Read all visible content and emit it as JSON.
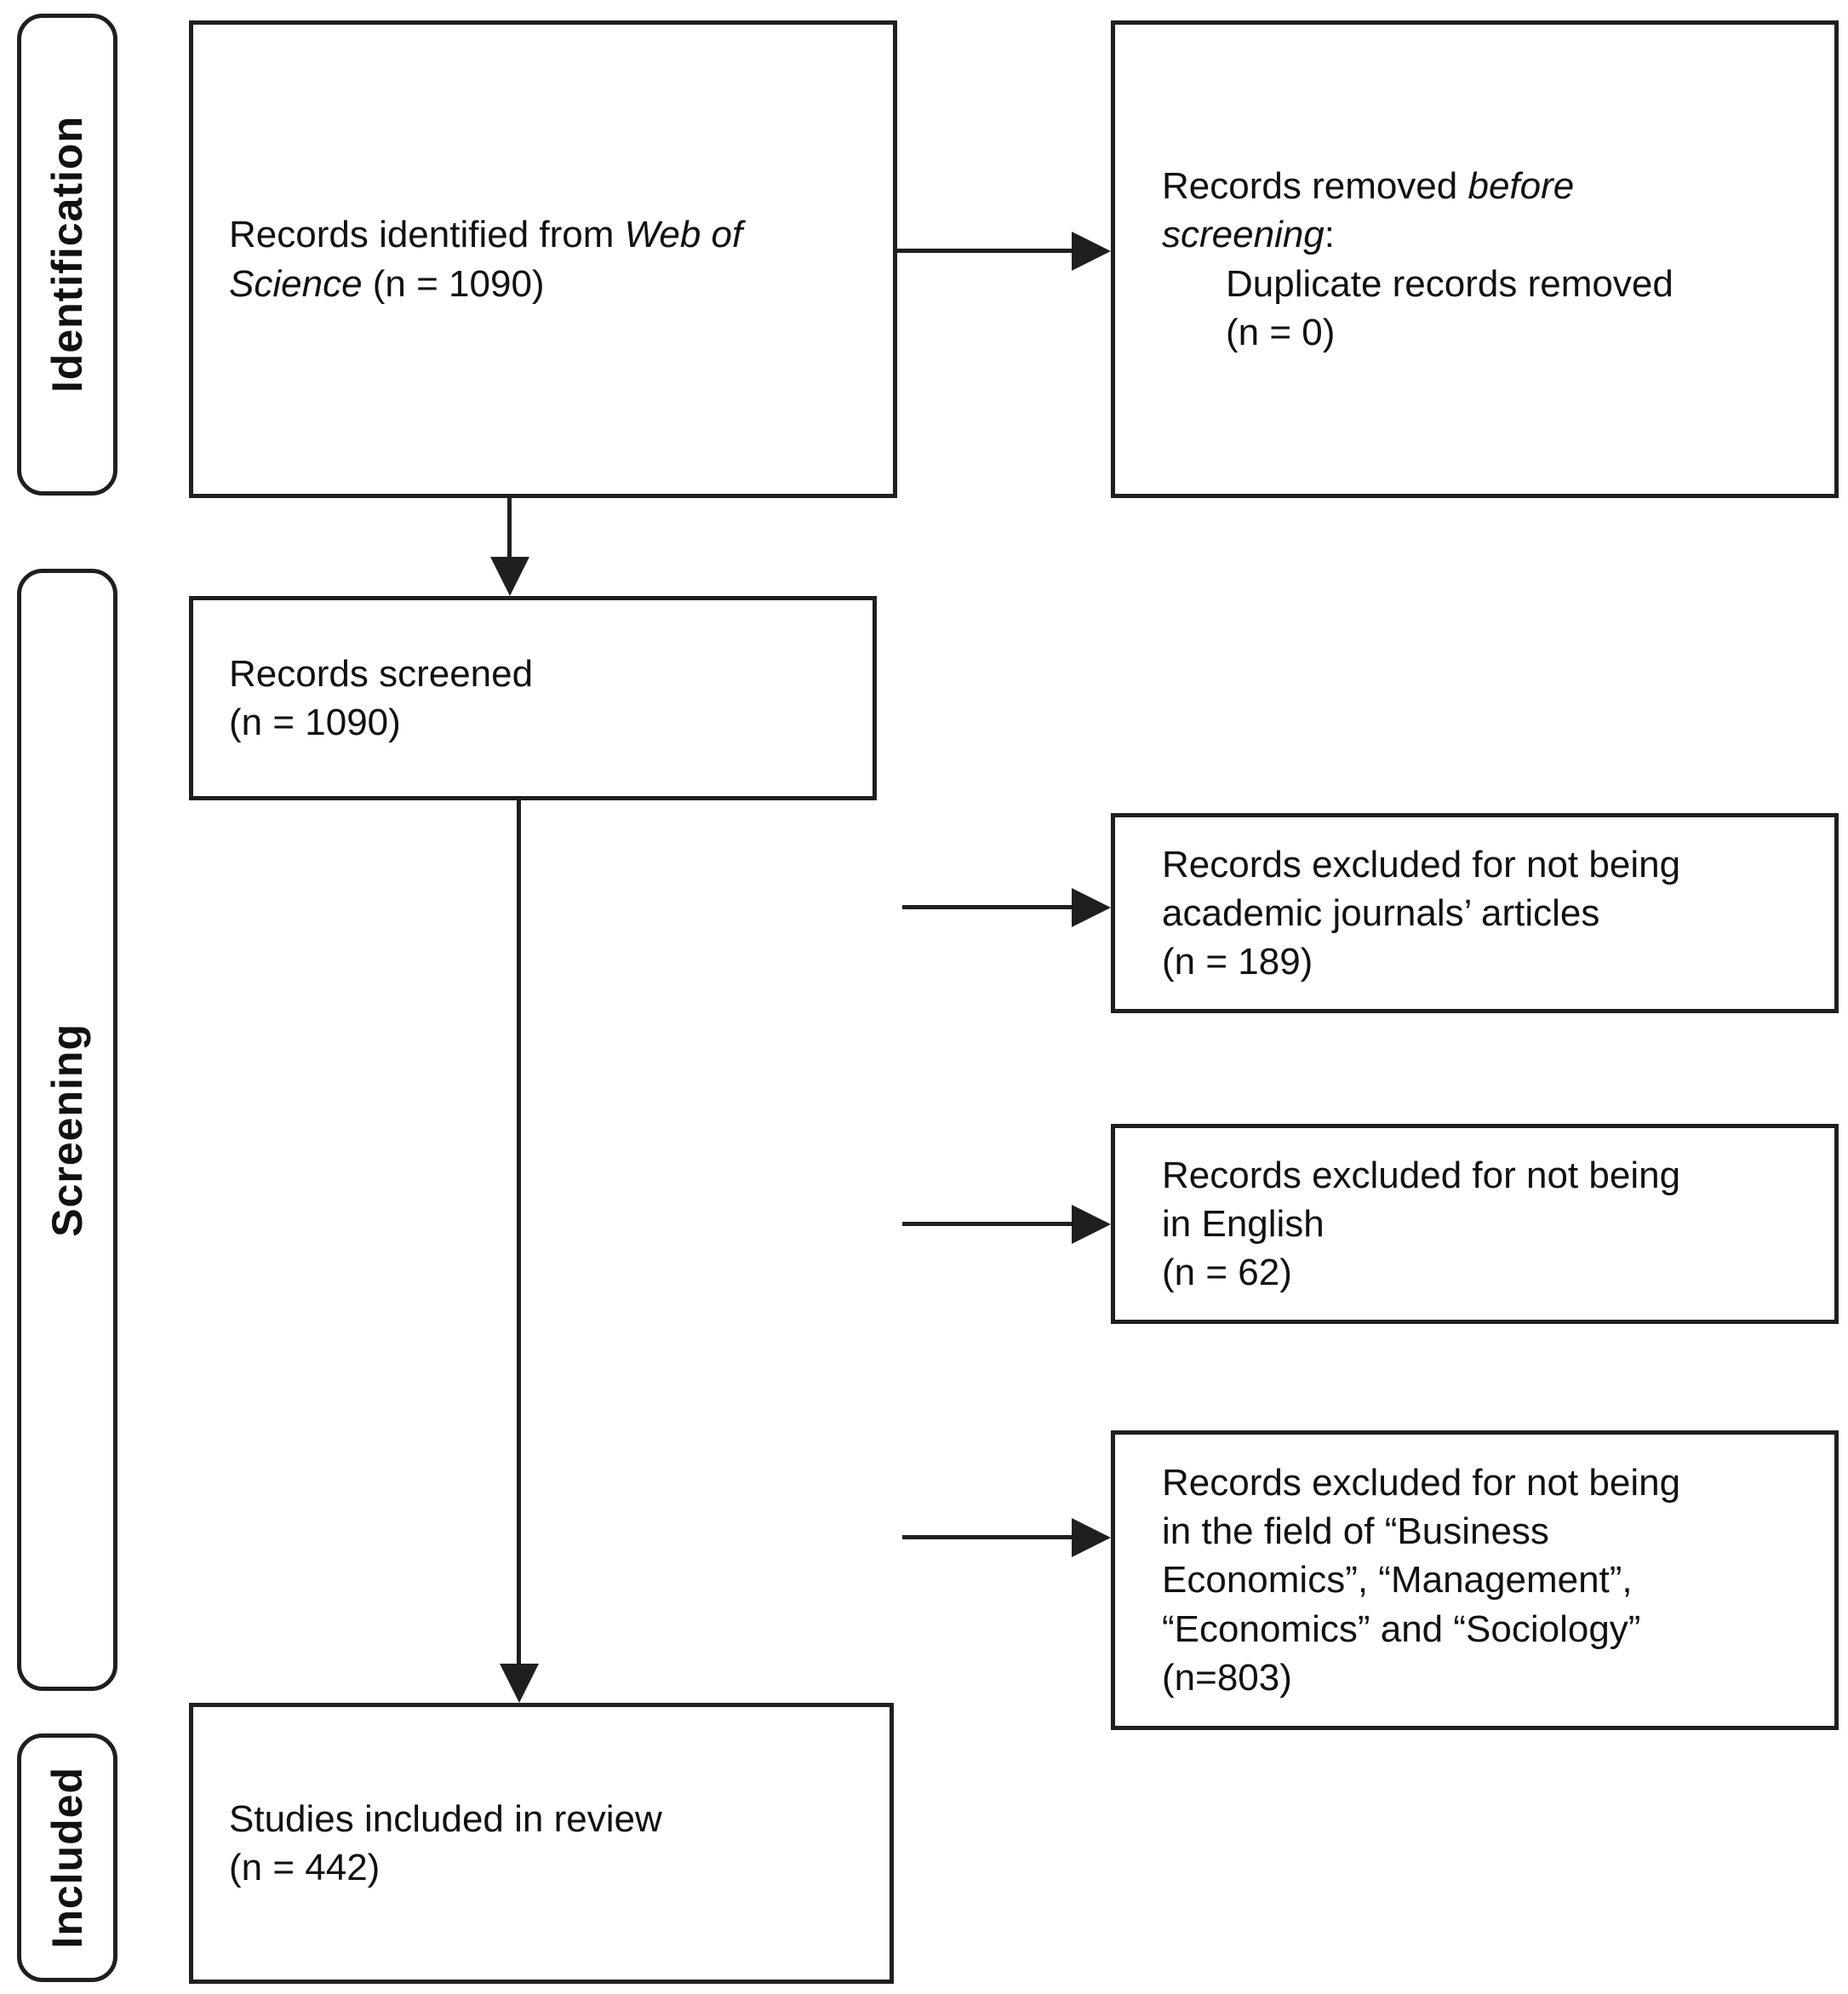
{
  "stages": [
    {
      "id": "identification",
      "label": "Identification"
    },
    {
      "id": "screening",
      "label": "Screening"
    },
    {
      "id": "included",
      "label": "Included"
    }
  ],
  "boxes": {
    "identified": {
      "line1_normal": "Records identified from ",
      "line1_italic": "Web of",
      "line2_italic": "Science",
      "line2_normal": " (n = 1090)"
    },
    "removed_before_screening": {
      "line1_normal": "Records removed ",
      "line1_italic": "before",
      "line2_italic": "screening",
      "line2_normal": ":",
      "sub_lines": [
        "Duplicate records removed",
        "(n = 0)"
      ]
    },
    "screened": {
      "lines": [
        "Records screened",
        "(n = 1090)"
      ]
    },
    "excluded_not_academic": {
      "lines": [
        "Records excluded for not being",
        "academic journals’ articles",
        "(n = 189)"
      ]
    },
    "excluded_not_english": {
      "lines": [
        "Records excluded for not being",
        "in English",
        "(n = 62)"
      ]
    },
    "excluded_not_field": {
      "lines": [
        "Records excluded for not being",
        "in the field of “Business",
        "Economics”, “Management”,",
        "“Economics” and “Sociology”",
        "(n=803)"
      ]
    },
    "included_in_review": {
      "lines": [
        "Studies included in review",
        "(n = 442)"
      ]
    }
  },
  "colors": {
    "line": "#1f1f1f",
    "text": "#111111",
    "background": "#ffffff"
  }
}
